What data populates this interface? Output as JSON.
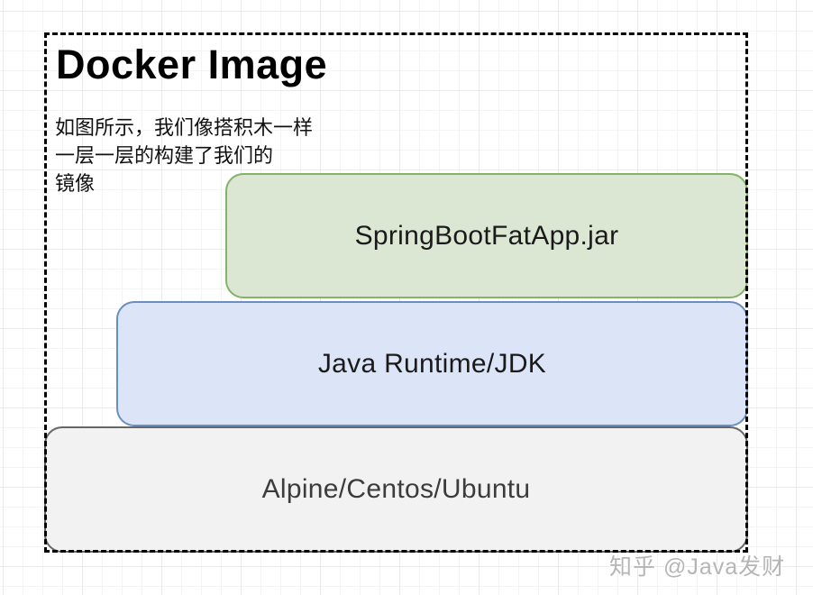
{
  "diagram": {
    "title": "Docker Image",
    "note": {
      "line1": "如图所示，我们像搭积木一样",
      "line2": "一层一层的构建了我们的",
      "line3": "镜像"
    },
    "layers": [
      {
        "id": "app",
        "label": "SpringBootFatApp.jar",
        "fill": "#dbe7d3",
        "stroke": "#82b366",
        "text_color": "#1a1a1a"
      },
      {
        "id": "jdk",
        "label": "Java Runtime/JDK",
        "fill": "#dce5f7",
        "stroke": "#6c8ebf",
        "text_color": "#1a1a1a"
      },
      {
        "id": "os",
        "label": "Alpine/Centos/Ubuntu",
        "fill": "#f2f2f2",
        "stroke": "#666666",
        "text_color": "#3c3c3c"
      }
    ],
    "boundary_color": "#000000",
    "watermark": {
      "text": "知乎 @Java发财",
      "color": "#b5b5b5"
    }
  }
}
